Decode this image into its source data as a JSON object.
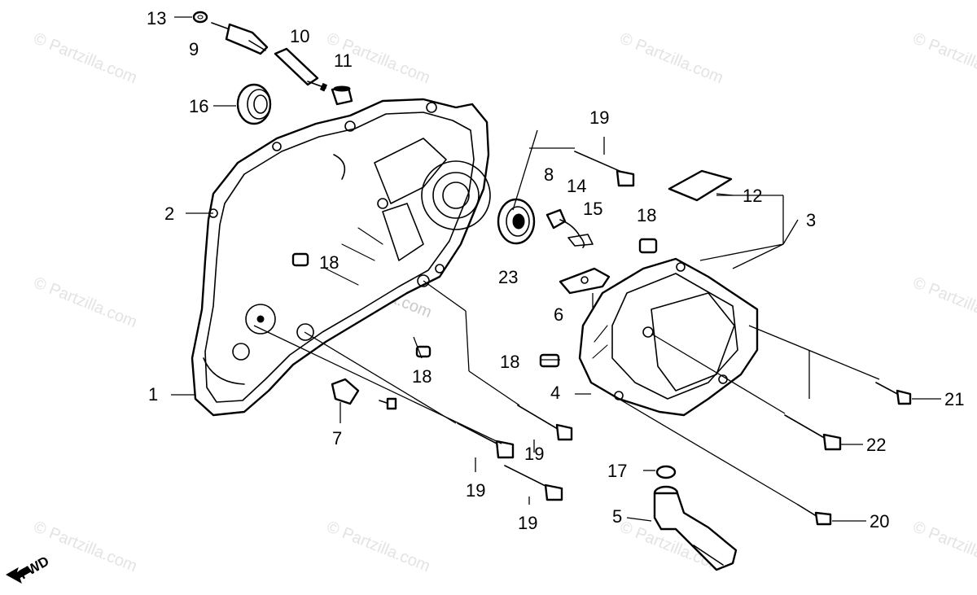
{
  "watermark": {
    "text": "© Partzilla.com",
    "center_text": "© Partzilla.com",
    "color": "#d8d8d8"
  },
  "direction": {
    "label": "FWD",
    "icon": "arrow-icon"
  },
  "callouts": {
    "c1": "1",
    "c2": "2",
    "c3": "3",
    "c4": "4",
    "c5": "5",
    "c6": "6",
    "c7": "7",
    "c8": "8",
    "c9": "9",
    "c10": "10",
    "c11": "11",
    "c12": "12",
    "c13": "13",
    "c14": "14",
    "c15": "15",
    "c16": "16",
    "c17": "17",
    "c18a": "18",
    "c18b": "18",
    "c18c": "18",
    "c18d": "18",
    "c19a": "19",
    "c19b": "19",
    "c19c": "19",
    "c19d": "19",
    "c20": "20",
    "c21": "21",
    "c22": "22",
    "c23": "23"
  }
}
